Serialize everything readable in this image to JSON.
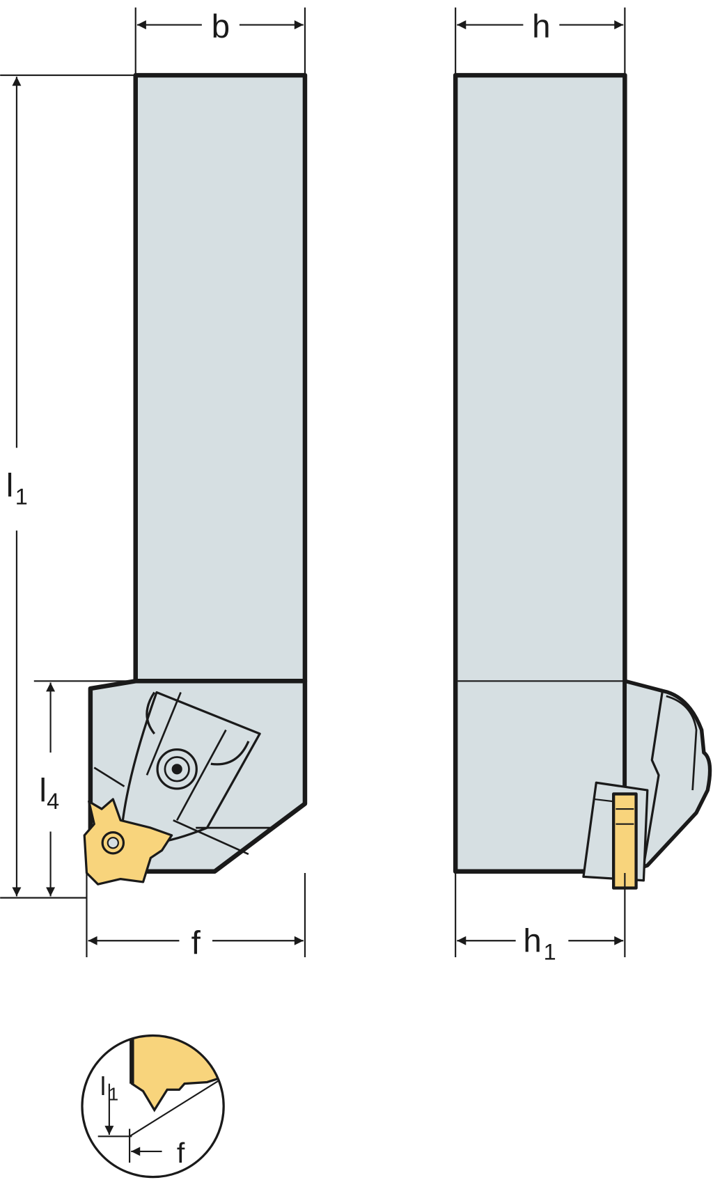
{
  "title": "Threading tool holder dimension drawing",
  "labels": {
    "b": "b",
    "h": "h",
    "l1": "l",
    "l1_sub": "1",
    "l4": "l",
    "l4_sub": "4",
    "f": "f",
    "h1": "h",
    "h1_sub": "1",
    "detail_l1": "l",
    "detail_l1_sub": "1",
    "detail_f": "f"
  },
  "colors": {
    "body": "#d6dfe2",
    "insert": "#f8d47c",
    "line": "#1a1a1a"
  }
}
